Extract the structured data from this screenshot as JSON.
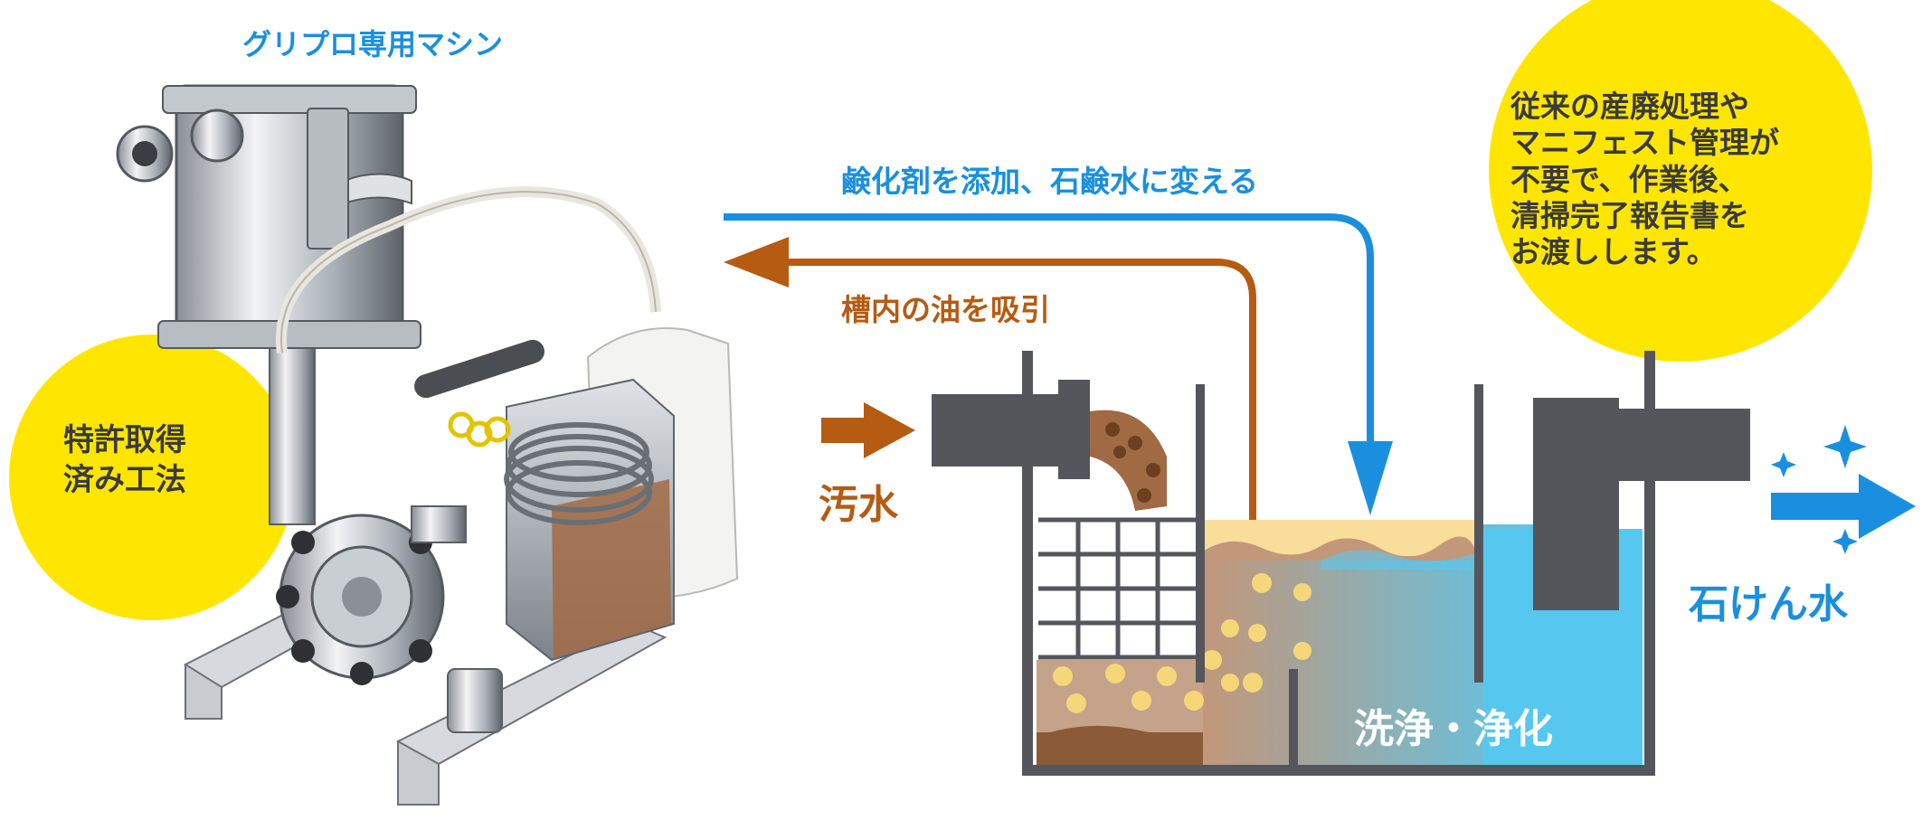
{
  "machine": {
    "caption": "グリプロ専用マシン"
  },
  "badges": {
    "patent": [
      "特許取得",
      "済み工法"
    ],
    "notice": [
      "従来の産廃処理や",
      "マニフェスト管理が",
      "不要で、作業後、",
      "清掃完了報告書を",
      "お渡しします。"
    ]
  },
  "flows": {
    "additive": "鹸化剤を添加、石鹸水に変える",
    "suction": "槽内の油を吸引",
    "inlet": "汚水",
    "outlet": "石けん水",
    "tank_label": "洗浄・浄化"
  },
  "colors": {
    "blue": "#1a8fe0",
    "brown": "#b55b12",
    "yellow": "#ffe600",
    "dark_gray": "#54565c",
    "water": "#56c8f0"
  }
}
